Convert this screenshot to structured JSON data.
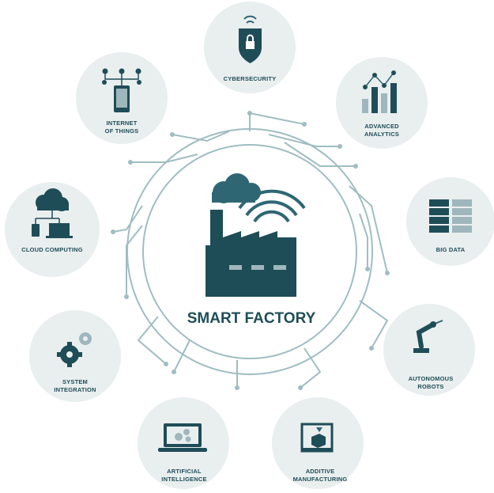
{
  "center": {
    "title": "SMART FACTORY"
  },
  "nodes": [
    {
      "id": "cybersecurity",
      "lines": [
        "CYBERSECURITY"
      ],
      "icon": "shield-lock-icon"
    },
    {
      "id": "advanced-analytics",
      "lines": [
        "ADVANCED",
        "ANALYTICS"
      ],
      "icon": "bar-chart-icon"
    },
    {
      "id": "big-data",
      "lines": [
        "BIG DATA"
      ],
      "icon": "server-rack-icon"
    },
    {
      "id": "autonomous-robots",
      "lines": [
        "AUTONOMOUS",
        "ROBOTS"
      ],
      "icon": "robot-arm-icon"
    },
    {
      "id": "additive-manufacturing",
      "lines": [
        "ADDITIVE",
        "MANUFACTURING"
      ],
      "icon": "3d-printer-icon"
    },
    {
      "id": "artificial-intelligence",
      "lines": [
        "ARTIFICIAL",
        "INTELLIGENCE"
      ],
      "icon": "laptop-gears-icon"
    },
    {
      "id": "system-integration",
      "lines": [
        "SYSTEM",
        "INTEGRATION"
      ],
      "icon": "gears-icon"
    },
    {
      "id": "cloud-computing",
      "lines": [
        "CLOUD COMPUTING"
      ],
      "icon": "cloud-devices-icon"
    },
    {
      "id": "internet-of-things",
      "lines": [
        "INTERNET",
        "OF THINGS"
      ],
      "icon": "smartphone-network-icon"
    }
  ],
  "colors": {
    "dark": "#1f4d57",
    "light": "#9fb7bc",
    "circle": "#e9eeef",
    "wire": "#9fbdc2"
  }
}
